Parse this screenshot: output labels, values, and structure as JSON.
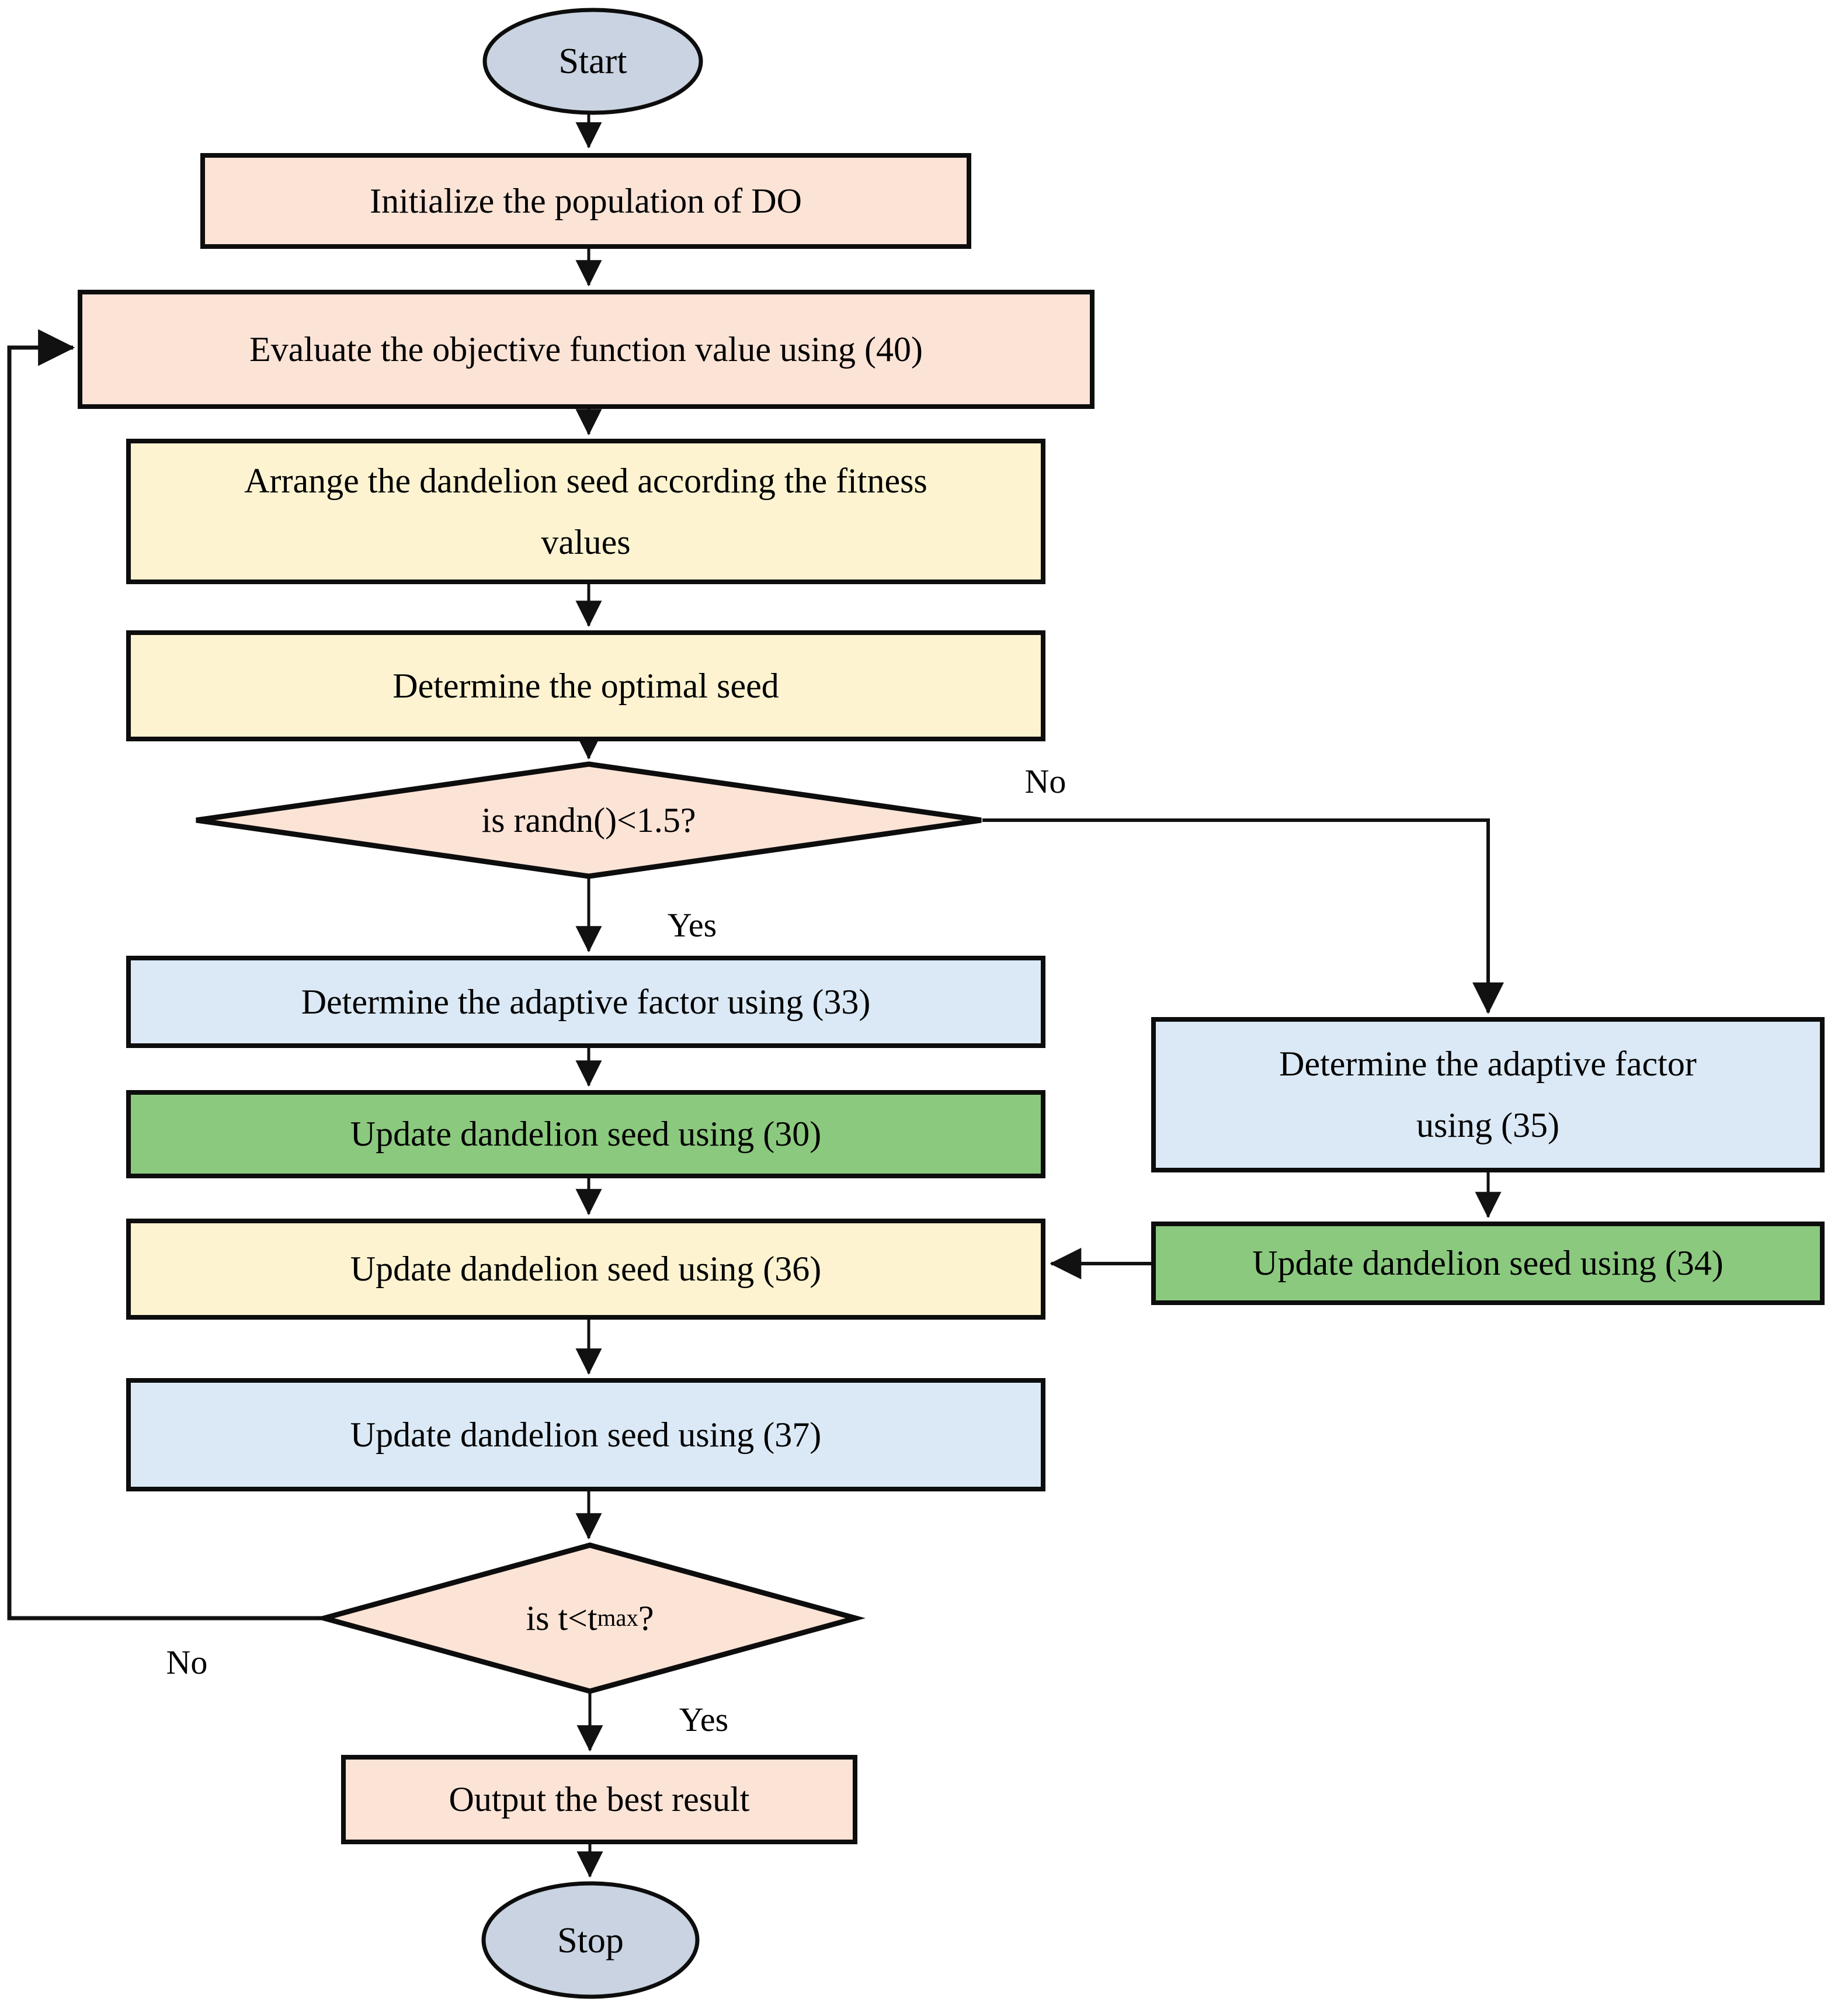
{
  "flowchart": {
    "nodes": {
      "start": {
        "label": "Start"
      },
      "init": {
        "label": "Initialize the population of DO"
      },
      "evaluate": {
        "label": "Evaluate the objective function value using (40)"
      },
      "arrange": {
        "label": "Arrange the dandelion seed according the fitness values"
      },
      "optimal": {
        "label": "Determine the optimal seed"
      },
      "decision1": {
        "label": "is randn()<1.5?"
      },
      "adaptive33": {
        "label": "Determine the adaptive factor using (33)"
      },
      "update30": {
        "label": "Update dandelion seed using (30)"
      },
      "update36": {
        "label": "Update dandelion seed using (36)"
      },
      "update37": {
        "label": "Update dandelion seed using (37)"
      },
      "adaptive35": {
        "label": "Determine the adaptive factor using (35)"
      },
      "update34": {
        "label": "Update dandelion seed using (34)"
      },
      "decision2": {
        "prefix": "is t<t",
        "sub": "max",
        "suffix": "?"
      },
      "output": {
        "label": "Output the best result"
      },
      "stop": {
        "label": "Stop"
      }
    },
    "edge_labels": {
      "decision1_no": "No",
      "decision1_yes": "Yes",
      "decision2_no": "No",
      "decision2_yes": "Yes"
    },
    "colors": {
      "terminal": "#c9d3e1",
      "process_peach": "#fbe3d6",
      "process_yellow": "#fdf3d0",
      "process_blue": "#dbe9f6",
      "process_green": "#8bc97e",
      "outline": "#0d0d0d",
      "line": "#111111",
      "text": "#000000"
    }
  }
}
